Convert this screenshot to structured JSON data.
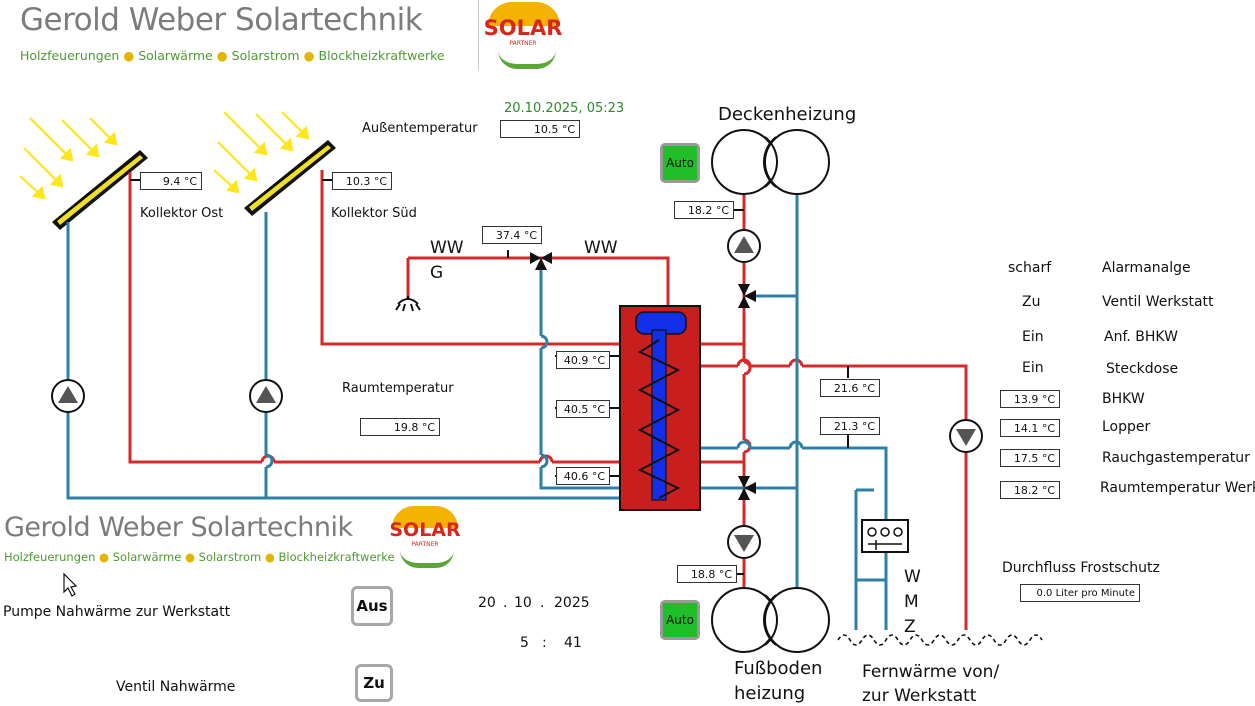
{
  "header": {
    "company": "Gerold Weber Solartechnik",
    "tagline": [
      "Holzfeuerungen",
      "Solarwärme",
      "Solarstrom",
      "Blockheizkraftwerke"
    ],
    "logo_text": "SOLAR",
    "logo_sub": "PARTNER"
  },
  "datetime": "20.10.2025,  05:23",
  "outside": {
    "label": "Außentemperatur",
    "value": "10.5 °C"
  },
  "collectors": [
    {
      "name": "Kollektor Ost",
      "temp": "9.4 °C"
    },
    {
      "name": "Kollektor Süd",
      "temp": "10.3 °C"
    }
  ],
  "valve_top": {
    "temp": "37.4 °C",
    "left_label_1": "WW",
    "left_label_2": "G",
    "right_label": "WW"
  },
  "room": {
    "label": "Raumtemperatur",
    "value": "19.8 °C"
  },
  "tank": {
    "temps": [
      "40.9 °C",
      "40.5 °C",
      "40.6 °C"
    ]
  },
  "ceiling": {
    "title": "Deckenheizung",
    "temp": "18.2 °C",
    "auto": "Auto"
  },
  "floor": {
    "title_1": "Fußboden",
    "title_2": "heizung",
    "temp": "18.8 °C",
    "auto": "Auto"
  },
  "district": {
    "title_1": "Fernwärme von/",
    "title_2": "zur Werkstatt",
    "temp_1": "21.6 °C",
    "temp_2": "21.3 °C",
    "wmz": [
      "W",
      "M",
      "Z"
    ]
  },
  "status": [
    {
      "state": "scharf",
      "label": "Alarmanalge"
    },
    {
      "state": "Zu",
      "label": "Ventil Werkstatt"
    },
    {
      "state": "Ein",
      "label": "Anf. BHKW"
    },
    {
      "state": "Ein",
      "label": "Steckdose"
    }
  ],
  "readings": [
    {
      "value": "13.9 °C",
      "label": "BHKW"
    },
    {
      "value": "14.1 °C",
      "label": "Lopper"
    },
    {
      "value": "17.5 °C",
      "label": "Rauchgastemperatur"
    },
    {
      "value": "18.2 °C",
      "label": "Raumtemperatur Werk"
    }
  ],
  "flow": {
    "label": "Durchfluss Frostschutz",
    "value": "0.0 Liter pro Minute"
  },
  "controls": {
    "pump_label": "Pumpe  Nahwärme zur Werkstatt",
    "pump_button": "Aus",
    "valve_label": "Ventil Nahwärme",
    "valve_button": "Zu",
    "date": {
      "day": "20",
      "month": "10",
      "year": "2025",
      "sep": "."
    },
    "time": {
      "hour": "5",
      "minute": "41",
      "sep": ":"
    }
  },
  "colors": {
    "hot": "#d42a2a",
    "cold": "#2f7fa6",
    "collector": "#f0e020",
    "auto_green": "#1fbf2a",
    "tank": "#c81e1e",
    "coil": "#1230e8"
  }
}
